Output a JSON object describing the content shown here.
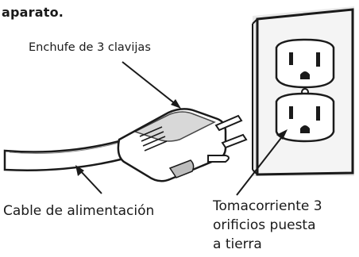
{
  "caption_top": "aparato.",
  "plug_label": "Enchufe de 3 clavijas",
  "cord_label": "Cable de alimentación",
  "outlet_label": {
    "line1": "Tomacorriente 3",
    "line2": "orificios puesta",
    "line3": "a tierra"
  },
  "colors": {
    "ink": "#1a1a1a",
    "plate_shade": "#d9d9d9",
    "plug_shade": "#cfcfcf",
    "background": "#ffffff"
  }
}
